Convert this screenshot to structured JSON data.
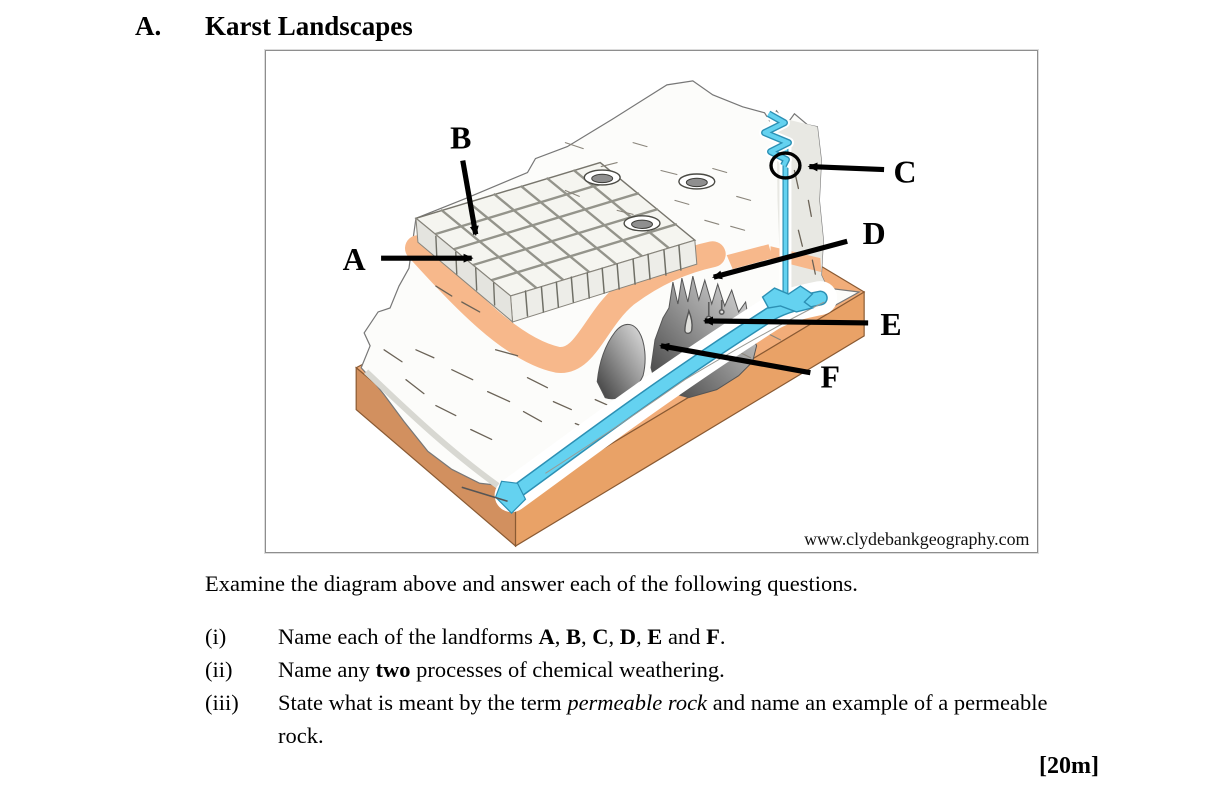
{
  "page": {
    "section_letter": "A.",
    "section_title": "Karst Landscapes",
    "instruction": "Examine the diagram above and answer each of the following questions.",
    "marks": "[20m]"
  },
  "diagram": {
    "watermark": "www.clydebankgeography.com",
    "labels": {
      "a": "A",
      "b": "B",
      "c": "C",
      "d": "D",
      "e": "E",
      "f": "F"
    },
    "colors": {
      "water": "#64d2f0",
      "water_edge": "#2c90b4",
      "base_top": "#f2ad79",
      "base_left": "#d2905f",
      "base_right": "#e9a267",
      "base_line": "#8a5a33",
      "soil_band": "#f7b88b",
      "limestone": "#fcfcfa",
      "face_shade": "#e8e8e3",
      "sinkhole": "#8f8f8f",
      "outline": "#6e675c"
    }
  },
  "questions": [
    {
      "number": "(i)",
      "segments": [
        {
          "t": "Name each of the landforms "
        },
        {
          "t": "A",
          "b": true
        },
        {
          "t": ", "
        },
        {
          "t": "B",
          "b": true
        },
        {
          "t": ", "
        },
        {
          "t": "C",
          "b": true
        },
        {
          "t": ", "
        },
        {
          "t": "D",
          "b": true
        },
        {
          "t": ", "
        },
        {
          "t": "E",
          "b": true
        },
        {
          "t": " and "
        },
        {
          "t": "F",
          "b": true
        },
        {
          "t": "."
        }
      ]
    },
    {
      "number": "(ii)",
      "segments": [
        {
          "t": "Name any "
        },
        {
          "t": "two",
          "b": true
        },
        {
          "t": " processes of chemical weathering."
        }
      ]
    },
    {
      "number": "(iii)",
      "segments": [
        {
          "t": "State what is meant by the term "
        },
        {
          "t": "permeable rock",
          "i": true
        },
        {
          "t": " and name an example of a permeable rock."
        }
      ]
    }
  ]
}
